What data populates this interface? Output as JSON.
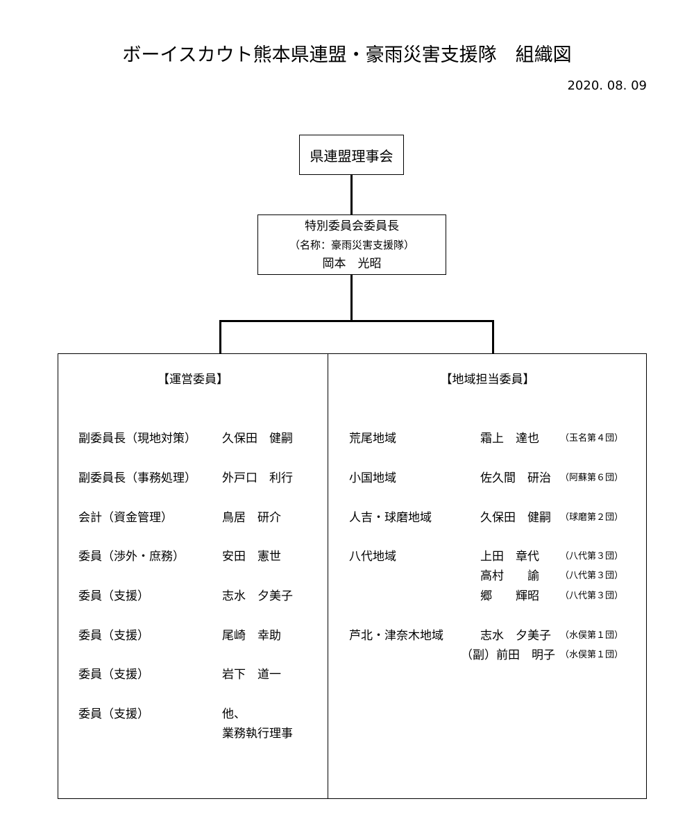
{
  "title": "ボーイスカウト熊本県連盟・豪雨災害支援隊　組織図",
  "date": "2020. 08. 09",
  "board": "県連盟理事会",
  "chair": {
    "line1": "特別委員会委員長",
    "line2": "（名称：豪雨災害支援隊）",
    "line3": "岡本　光昭"
  },
  "operations": {
    "heading": "【運営委員】",
    "members": [
      {
        "role": "副委員長（現地対策）",
        "name": "久保田　健嗣"
      },
      {
        "role": "副委員長（事務処理）",
        "name": "外戸口　利行"
      },
      {
        "role": "会計（資金管理）",
        "name": "鳥居　研介"
      },
      {
        "role": "委員（渉外・庶務）",
        "name": "安田　憲世"
      },
      {
        "role": "委員（支援）",
        "name": "志水　夕美子"
      },
      {
        "role": "委員（支援）",
        "name": "尾崎　幸助"
      },
      {
        "role": "委員（支援）",
        "name": "岩下　道一"
      },
      {
        "role": "委員（支援）",
        "name": "他、",
        "name2": "業務執行理事"
      }
    ]
  },
  "regional": {
    "heading": "【地域担当委員】",
    "areas": [
      {
        "area": "荒尾地域",
        "name": "霜上　達也",
        "group": "（玉名第４団）"
      },
      {
        "area": "小国地域",
        "name": "佐久間　研治",
        "group": "（阿蘇第６団）"
      },
      {
        "area": "人吉・球磨地域",
        "name": "久保田　健嗣",
        "group": "（球磨第２団）"
      },
      {
        "area": "八代地域",
        "name": "上田　章代",
        "group": "（八代第３団）"
      },
      {
        "area": "",
        "name": "高村　　諭",
        "group": "（八代第３団）"
      },
      {
        "area": "",
        "name": "郷　　輝昭",
        "group": "（八代第３団）"
      },
      {
        "area": "芦北・津奈木地域",
        "name": "志水　夕美子",
        "group": "（水俣第１団）"
      },
      {
        "area": "",
        "name": "（副）前田　明子",
        "group": "（水俣第１団）"
      }
    ]
  }
}
